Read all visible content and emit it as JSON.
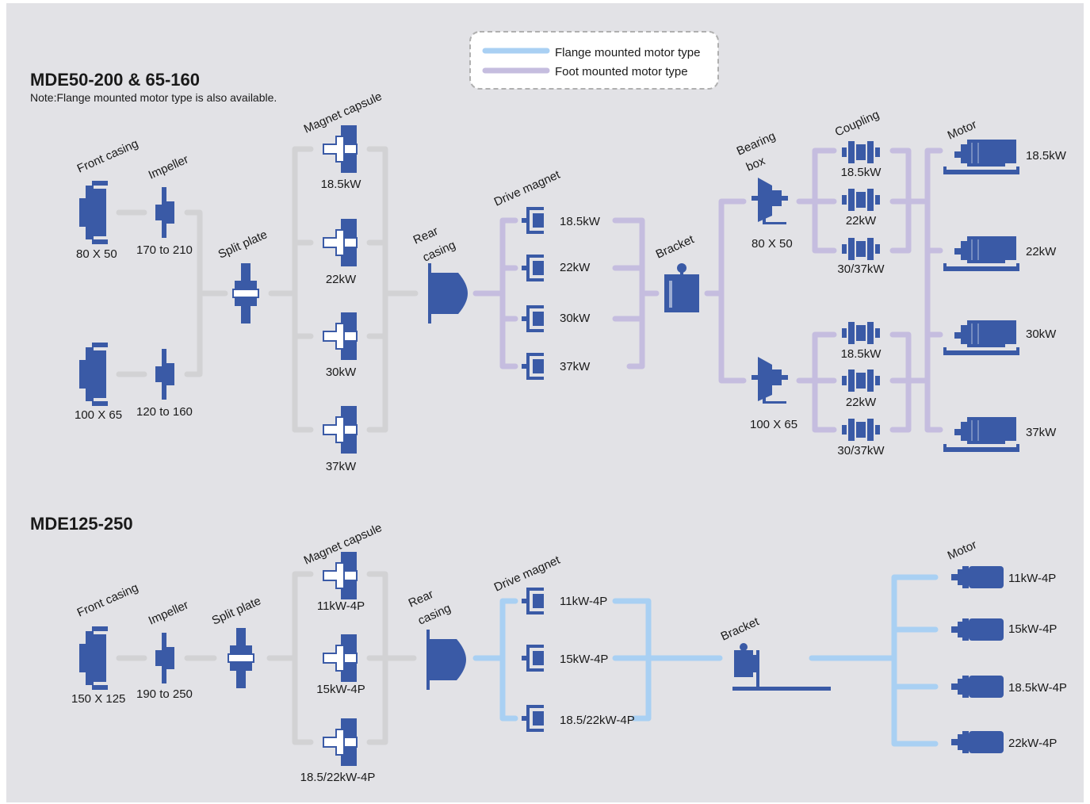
{
  "legend": {
    "flange": "Flange mounted motor type",
    "foot": "Foot mounted motor type",
    "colors": {
      "flange": "#a9d0f3",
      "foot": "#c5bddf",
      "common": "#d2d2d4",
      "part": "#3a5aa6"
    }
  },
  "section1": {
    "title": "MDE50-200 & 65-160",
    "note": "Note:Flange mounted motor type is also available.",
    "front_casing": {
      "label": "Front casing",
      "sizes": [
        "80 X 50",
        "100 X 65"
      ]
    },
    "impeller": {
      "label": "Impeller",
      "sizes": [
        "170 to 210",
        "120 to 160"
      ]
    },
    "split_plate": {
      "label": "Split plate"
    },
    "magnet_capsule": {
      "label": "Magnet capsule",
      "items": [
        "18.5kW",
        "22kW",
        "30kW",
        "37kW"
      ]
    },
    "rear_casing": {
      "label_line1": "Rear",
      "label_line2": "casing"
    },
    "drive_magnet": {
      "label": "Drive magnet",
      "items": [
        "18.5kW",
        "22kW",
        "30kW",
        "37kW"
      ]
    },
    "bracket": {
      "label": "Bracket"
    },
    "bearing_box": {
      "label_line1": "Bearing",
      "label_line2": "box",
      "sizes": [
        "80 X 50",
        "100 X 65"
      ]
    },
    "coupling": {
      "label": "Coupling",
      "upper": [
        "18.5kW",
        "22kW",
        "30/37kW"
      ],
      "lower": [
        "18.5kW",
        "22kW",
        "30/37kW"
      ]
    },
    "motor": {
      "label": "Motor",
      "items": [
        "18.5kW",
        "22kW",
        "30kW",
        "37kW"
      ]
    }
  },
  "section2": {
    "title": "MDE125-250",
    "front_casing": {
      "label": "Front casing",
      "size": "150 X 125"
    },
    "impeller": {
      "label": "Impeller",
      "size": "190 to 250"
    },
    "split_plate": {
      "label": "Split plate"
    },
    "magnet_capsule": {
      "label": "Magnet capsule",
      "items": [
        "11kW-4P",
        "15kW-4P",
        "18.5/22kW-4P"
      ]
    },
    "rear_casing": {
      "label_line1": "Rear",
      "label_line2": "casing"
    },
    "drive_magnet": {
      "label": "Drive magnet",
      "items": [
        "11kW-4P",
        "15kW-4P",
        "18.5/22kW-4P"
      ]
    },
    "bracket": {
      "label": "Bracket"
    },
    "motor": {
      "label": "Motor",
      "items": [
        "11kW-4P",
        "15kW-4P",
        "18.5kW-4P",
        "22kW-4P"
      ]
    }
  }
}
